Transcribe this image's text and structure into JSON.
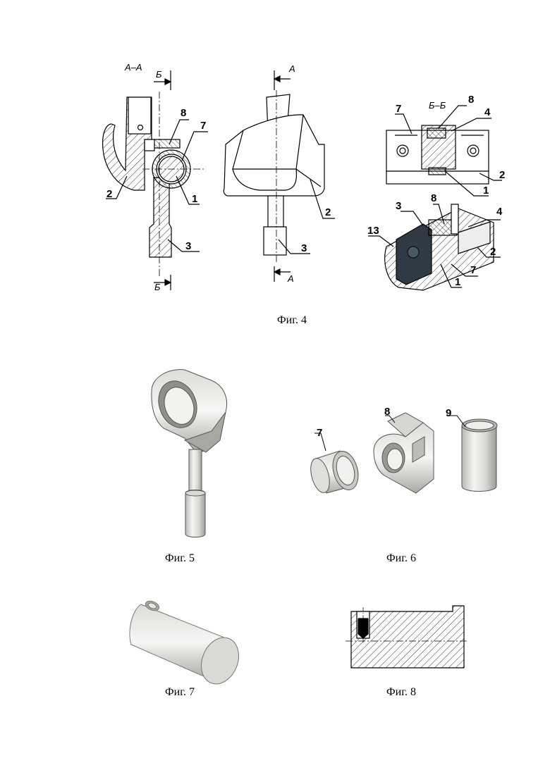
{
  "figures": {
    "fig4": {
      "caption": "Фиг. 4",
      "section_aa": "А–А",
      "section_bb": "Б–Б",
      "mark_a": "А",
      "mark_b": "Б",
      "left_view_labels": [
        "2",
        "8",
        "7",
        "1",
        "3"
      ],
      "middle_view_labels": [
        "2",
        "3"
      ],
      "right_section_labels": [
        "7",
        "8",
        "4",
        "2",
        "1"
      ],
      "iso_section_labels": [
        "13",
        "3",
        "8",
        "4",
        "2",
        "7",
        "1"
      ]
    },
    "fig5": {
      "caption": "Фиг. 5"
    },
    "fig6": {
      "caption": "Фиг. 6",
      "labels": [
        "7",
        "8",
        "9"
      ]
    },
    "fig7": {
      "caption": "Фиг. 7"
    },
    "fig8": {
      "caption": "Фиг. 8"
    }
  },
  "colors": {
    "line": "#000000",
    "hatch": "#000000",
    "metal_light": "#eeeeec",
    "metal_mid": "#c9c9c4",
    "metal_dark": "#8f8f8a",
    "insert_dark": "#2f3a44"
  }
}
